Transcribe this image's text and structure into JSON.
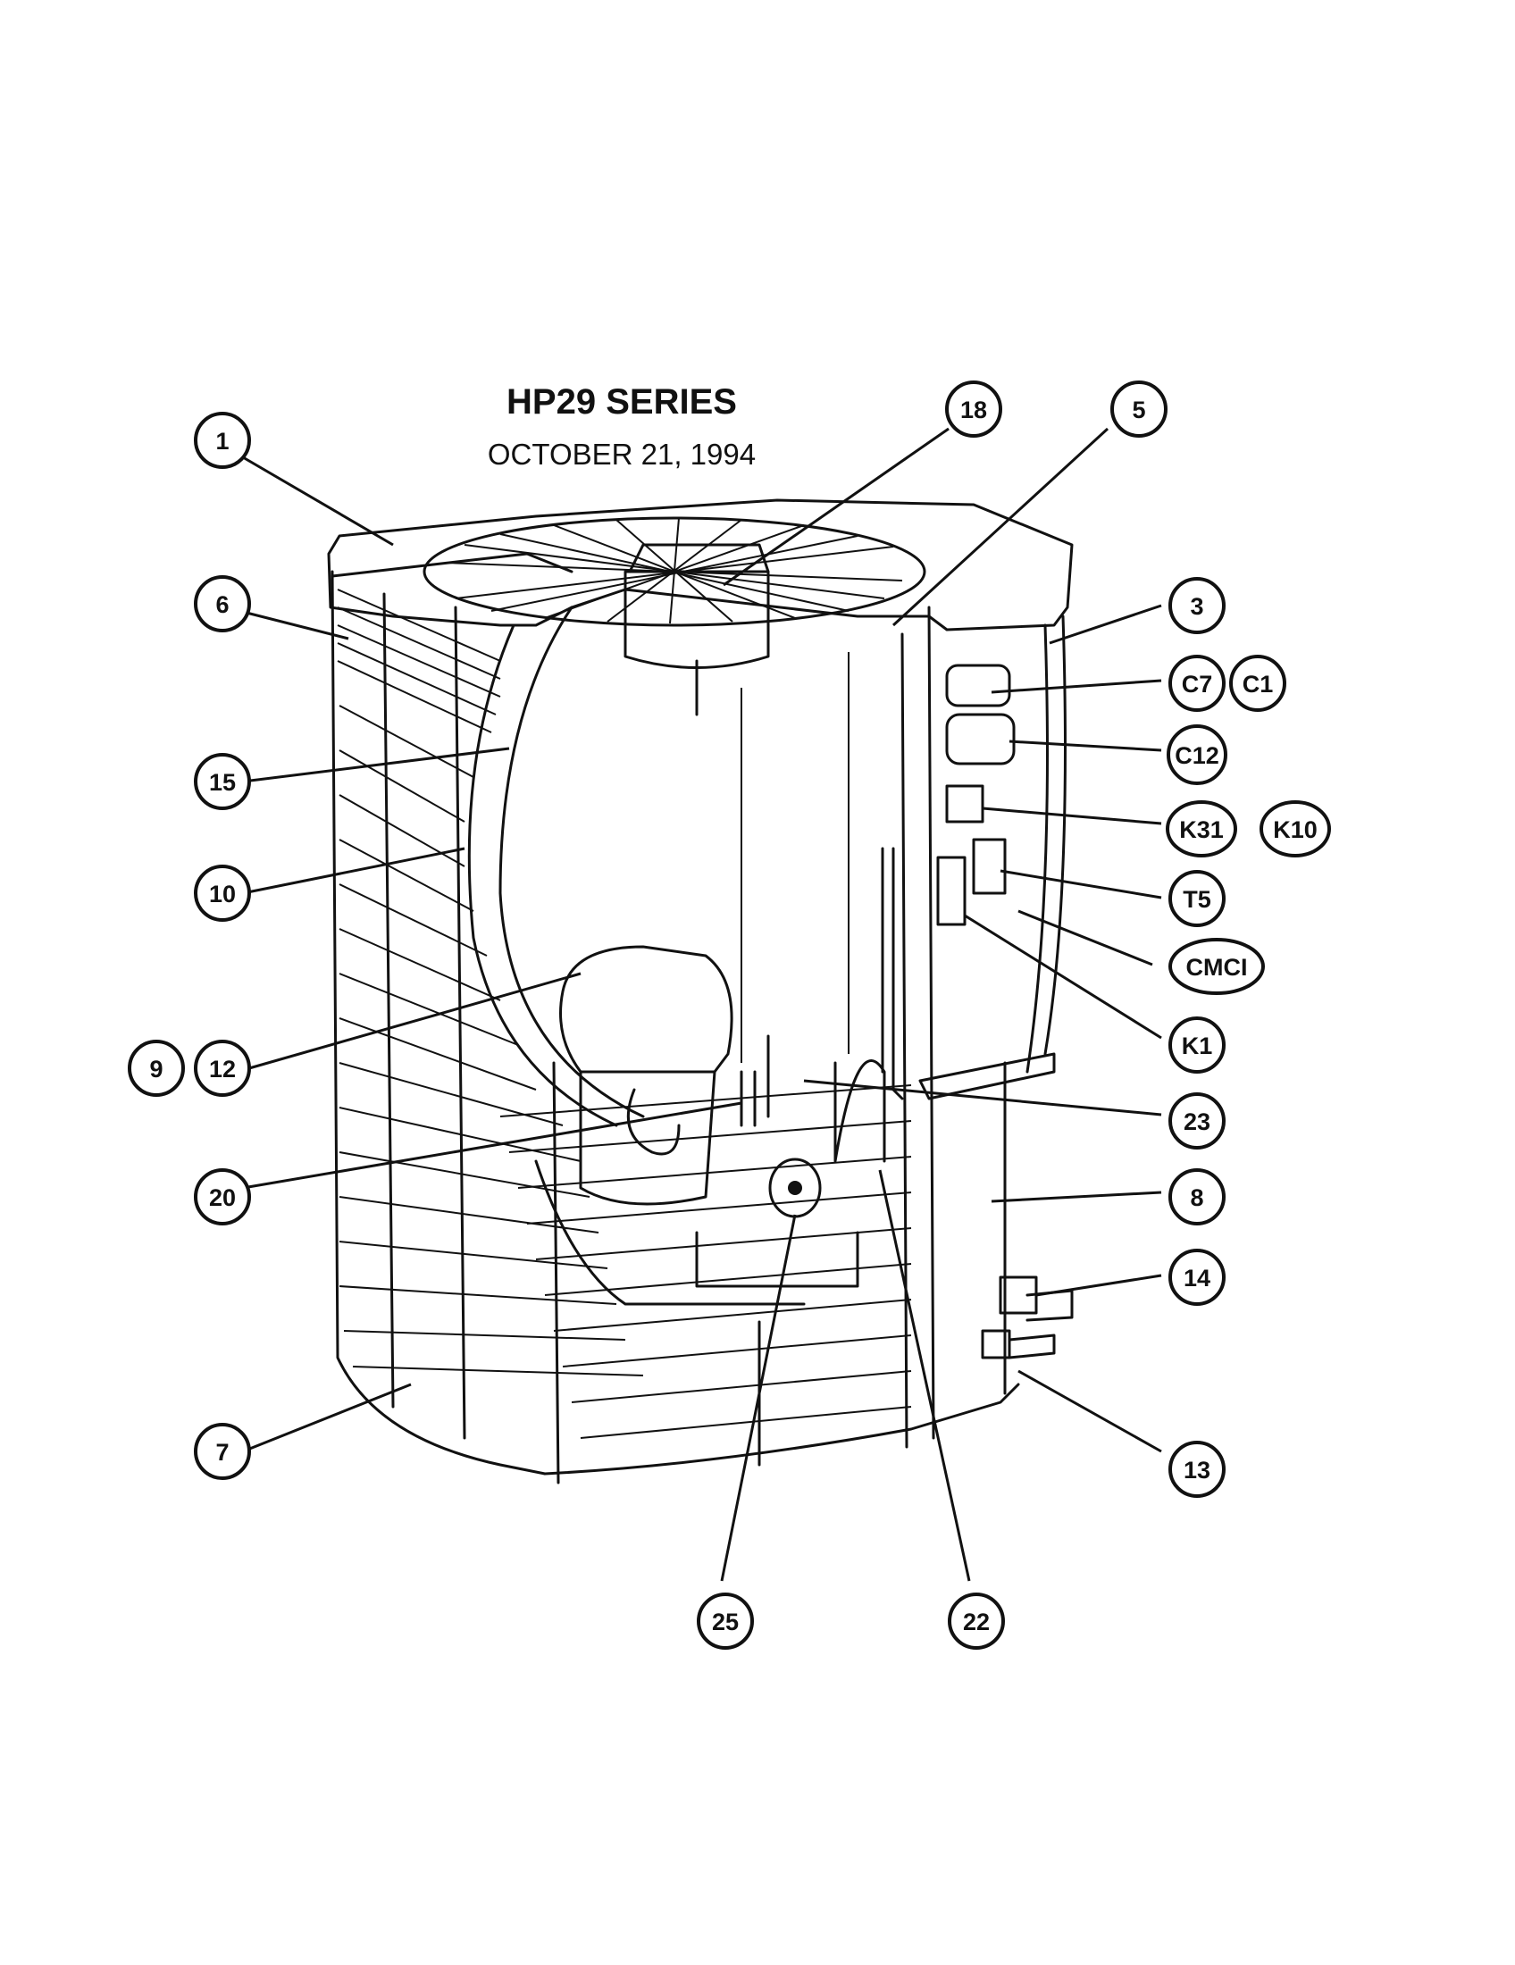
{
  "title": "HP29 SERIES",
  "date": "OCTOBER 21, 1994",
  "callouts": {
    "c1": "1",
    "c6": "6",
    "c15": "15",
    "c10": "10",
    "c9": "9",
    "c12": "12",
    "c20": "20",
    "c7": "7",
    "c18": "18",
    "c5": "5",
    "c3": "3",
    "cC7": "C7",
    "cC1": "C1",
    "cC12": "C12",
    "cK31": "K31",
    "cK10": "K10",
    "cT5": "T5",
    "cCMCI": "CMCI",
    "cK1": "K1",
    "c23": "23",
    "c8": "8",
    "c14": "14",
    "c13": "13",
    "c25": "25",
    "c22": "22"
  }
}
